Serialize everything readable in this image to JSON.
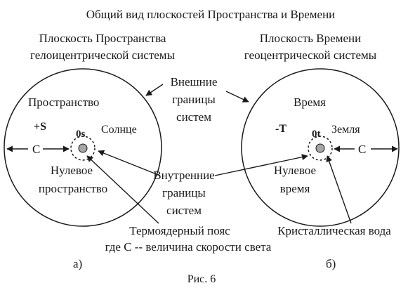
{
  "title": "Общий вид плоскостей Пространства и Времени",
  "left": {
    "heading_line1": "Плоскость Пространства",
    "heading_line2": "гелоицентрической системы",
    "circle_label": "Пространство",
    "sign_label": "+S",
    "center_label": "0s",
    "body_label": "Солнце",
    "speed_label": "C",
    "zero_line1": "Нулевое",
    "zero_line2": "пространство",
    "panel_label": "а)"
  },
  "right": {
    "heading_line1": "Плоскость Времени",
    "heading_line2": "геоцентрической системы",
    "circle_label": "Время",
    "sign_label": "-T",
    "center_label": "0t",
    "body_label": "Земля",
    "speed_label": "C",
    "zero_line1": "Нулевое",
    "zero_line2": "время",
    "panel_label": "б)"
  },
  "outer_bounds": [
    "Внешние",
    "границы",
    "систем"
  ],
  "inner_bounds": [
    "Внутренние",
    "границы",
    "систем"
  ],
  "thermo_line1": "Термоядерный пояс",
  "thermo_line2": "где С -- величина скорости света",
  "crystal_water": "Кристаллическая вода",
  "figure_caption": "Рис. 6",
  "colors": {
    "line": "#1a1a1a",
    "center_fill": "#a6a6a6",
    "background": "#ffffff"
  }
}
